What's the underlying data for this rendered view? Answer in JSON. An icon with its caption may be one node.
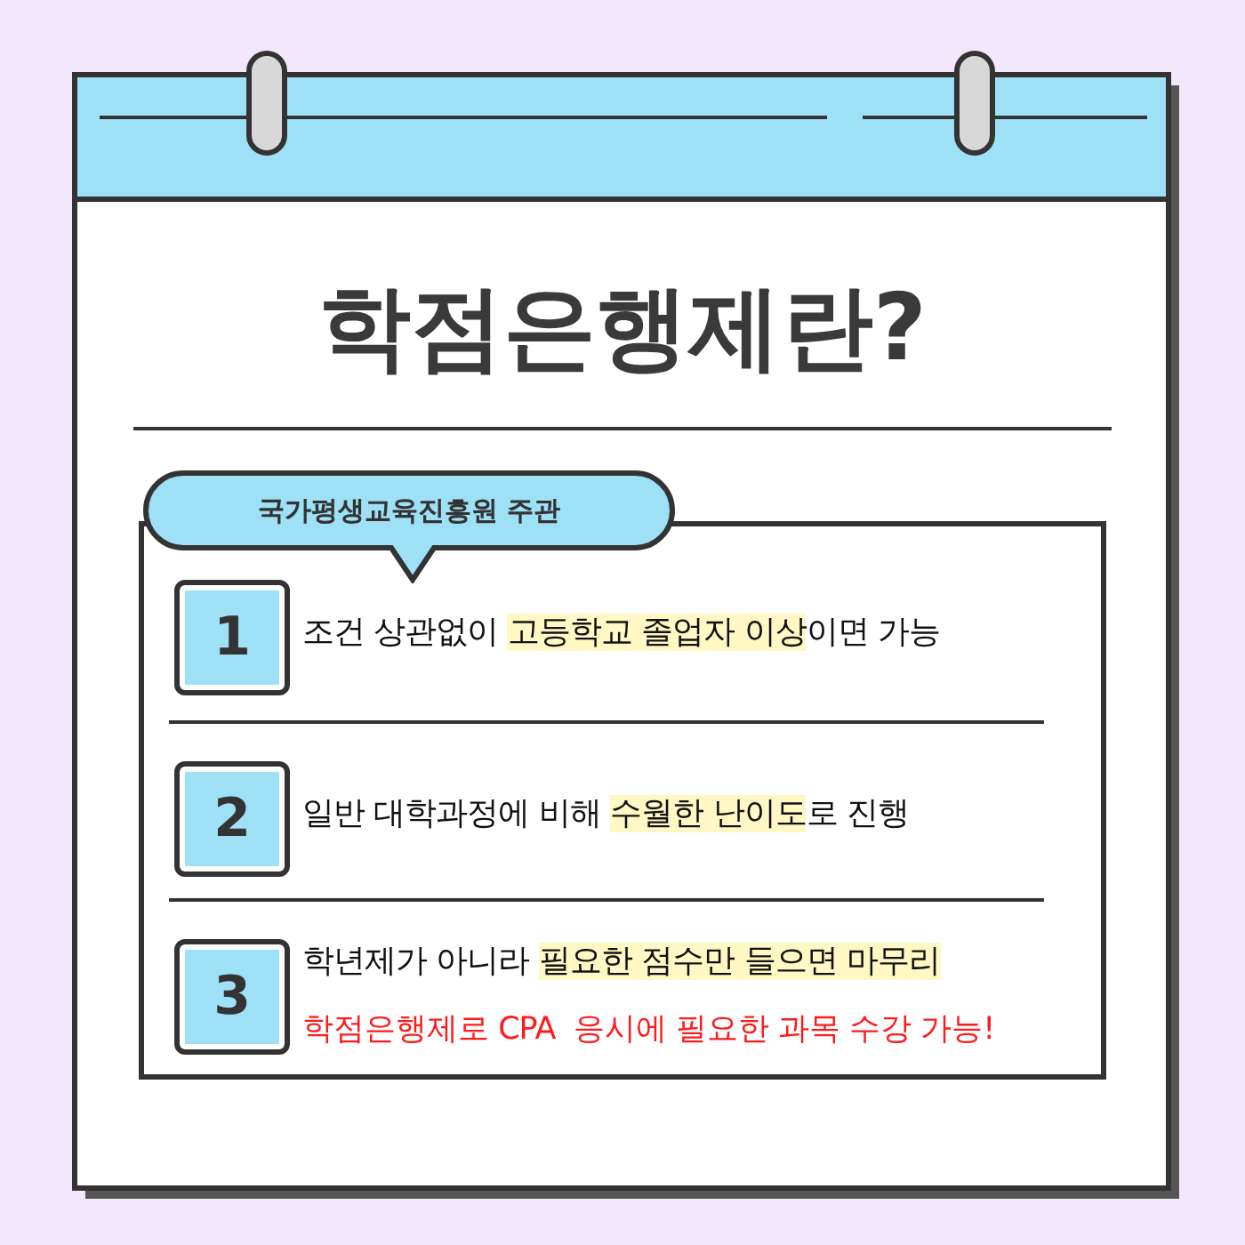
{
  "diagram": {
    "title": "학점은행제란?",
    "nodes": [
      {
        "text": [
          "국가평생교육진흥원 주관"
        ]
      },
      {
        "text": [],
        "shape": "box"
      },
      {
        "text": [
          "1"
        ],
        "in": 1
      },
      {
        "text": [
          "2"
        ],
        "in": 1
      },
      {
        "text": [
          "3"
        ],
        "in": 1
      }
    ],
    "labels": [
      "조건 상관없이 ",
      "고등학교 졸업자 이상",
      "이면 가능",
      "일반 대학과정에 비해 ",
      "수월한 난이도",
      "로 진행",
      "학년제가 아니라 ",
      "필요한 점수만 들으면 마무리",
      "학점은행제로 CPA  응시에 필요한 과목 수강 가능!"
    ]
  }
}
